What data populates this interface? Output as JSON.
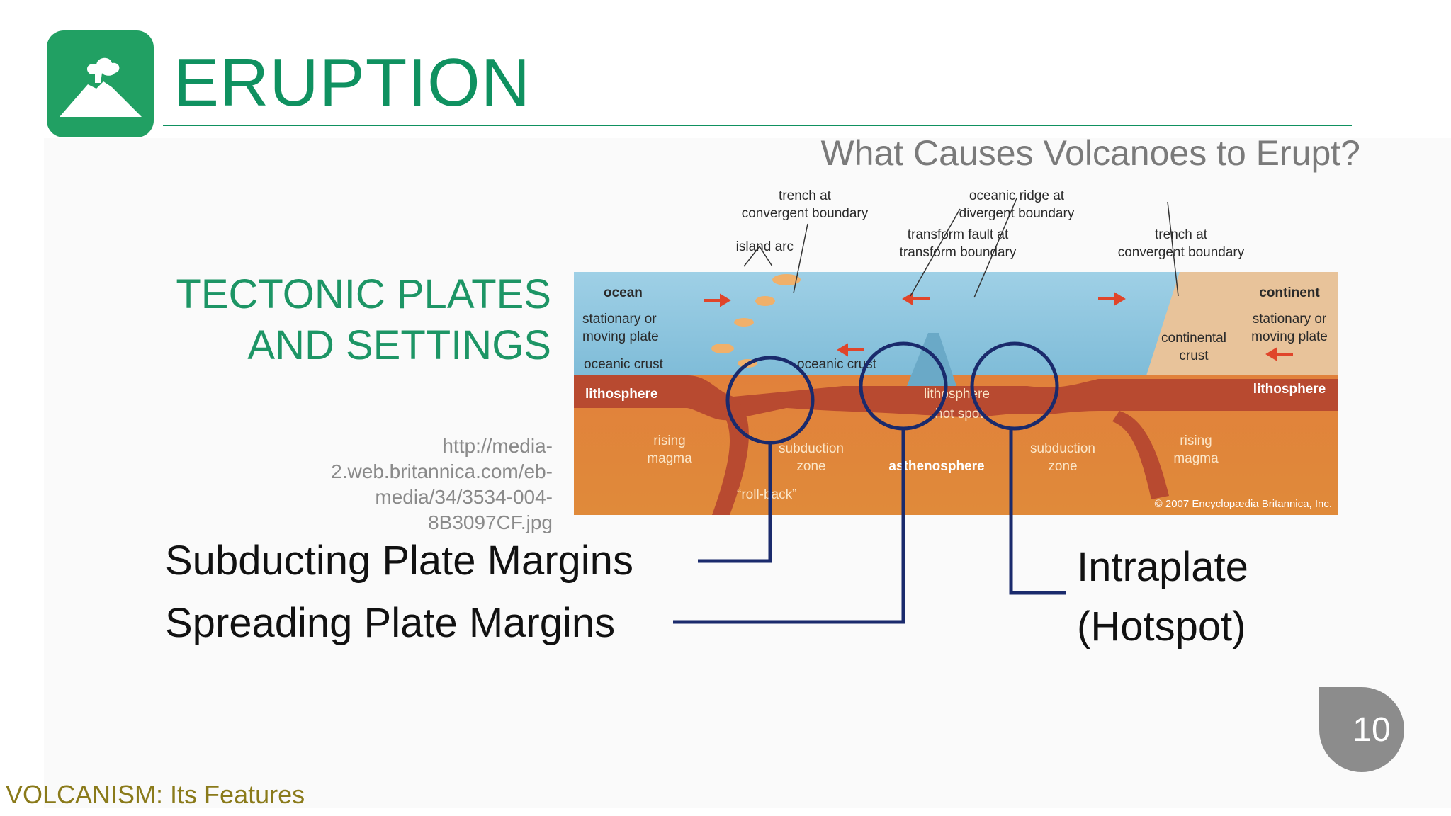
{
  "slide": {
    "title": "ERUPTION",
    "subtitle": "What Causes Volcanoes to Erupt?",
    "section_heading_line1": "TECTONIC PLATES",
    "section_heading_line2": "AND SETTINGS",
    "source_line1": "http://media-",
    "source_line2": "2.web.britannica.com/eb-",
    "source_line3": "media/34/3534-004-8B3097CF.jpg",
    "callouts": {
      "subducting": "Subducting Plate Margins",
      "spreading": "Spreading Plate Margins",
      "intraplate_line1": "Intraplate",
      "intraplate_line2": "(Hotspot)"
    },
    "page_number": "10",
    "footer": "VOLCANISM: Its Features",
    "logo_icon": "volcano-icon",
    "colors": {
      "accent": "#0f9160",
      "callout_line": "#1a2a6c",
      "footer": "#8a7a1a"
    }
  },
  "diagram": {
    "labels": {
      "trench_conv_1a": "trench at",
      "trench_conv_1b": "convergent boundary",
      "ridge_a": "oceanic ridge at",
      "ridge_b": "divergent boundary",
      "transform_a": "transform fault at",
      "transform_b": "transform boundary",
      "island_arc": "island arc",
      "trench_conv_2a": "trench at",
      "trench_conv_2b": "convergent boundary",
      "ocean": "ocean",
      "stationary_l1": "stationary or",
      "stationary_l2": "moving plate",
      "oceanic_crust_l": "oceanic crust",
      "lithosphere_l": "lithosphere",
      "rising_l1": "rising",
      "rising_l2": "magma",
      "subduction_l1": "subduction",
      "subduction_l2": "zone",
      "rollback": "“roll-back”",
      "oceanic_crust_c": "oceanic crust",
      "lithosphere_c": "lithosphere",
      "hot_spot": "hot spot",
      "asthenosphere": "asthenosphere",
      "subduction_r1": "subduction",
      "subduction_r2": "zone",
      "continent": "continent",
      "stationary_r1": "stationary or",
      "stationary_r2": "moving plate",
      "cont_crust_1": "continental",
      "cont_crust_2": "crust",
      "lithosphere_r": "lithosphere",
      "rising_r1": "rising",
      "rising_r2": "magma",
      "copyright": "© 2007 Encyclopædia Britannica, Inc."
    }
  }
}
